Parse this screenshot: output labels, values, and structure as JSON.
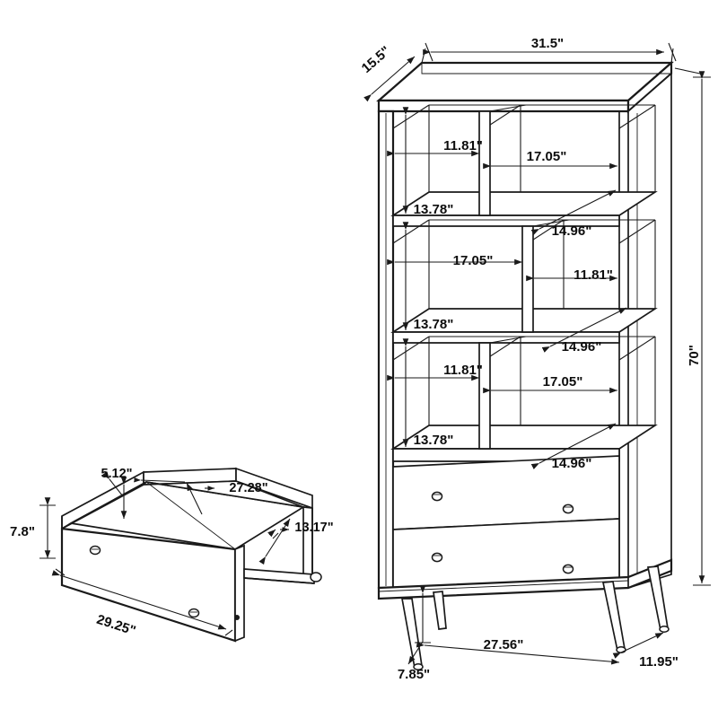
{
  "drawing": {
    "title": "Bookcase assembly dimension drawing",
    "units": "inches",
    "line_color": "#1a1a1a",
    "background": "#ffffff"
  },
  "bookcase": {
    "name": "bookcase-figure",
    "overall": {
      "width": "31.5\"",
      "depth": "15.5\"",
      "height": "70\""
    },
    "shelf_rows": [
      {
        "row": "top",
        "left_opening_width": "11.81\"",
        "right_opening_width": "17.05\"",
        "opening_height": "13.78\"",
        "opening_depth": "14.96\""
      },
      {
        "row": "middle",
        "left_opening_width": "17.05\"",
        "right_opening_width": "11.81\"",
        "opening_height": "13.78\"",
        "opening_depth": "14.96\""
      },
      {
        "row": "bottom",
        "left_opening_width": "11.81\"",
        "right_opening_width": "17.05\"",
        "opening_height": "13.78\"",
        "opening_depth": "14.96\""
      }
    ],
    "base": {
      "leg_span_front": "27.56\"",
      "leg_height": "7.85\"",
      "leg_span_side": "11.95\""
    },
    "drawer_count": 2,
    "knobs_per_drawer": 2
  },
  "drawer": {
    "name": "drawer-figure",
    "front_height": "7.8\"",
    "front_width": "29.25\"",
    "inner_side_height": "5.12\"",
    "inner_length": "27.28\"",
    "inner_depth": "13.17\"",
    "screw_marks": 2
  },
  "labels": {
    "depth_155": "15.5\"",
    "width_315": "31.5\"",
    "height_70": "70\"",
    "open_w_1181": "11.81\"",
    "open_w_1705": "17.05\"",
    "open_h_1378": "13.78\"",
    "open_d_1496": "14.96\"",
    "leg_span": "27.56\"",
    "leg_h": "7.85\"",
    "leg_side": "11.95\"",
    "dr_h": "7.8\"",
    "dr_w": "29.25\"",
    "dr_inner_h": "5.12\"",
    "dr_inner_l": "27.28\"",
    "dr_inner_d": "13.17\""
  }
}
